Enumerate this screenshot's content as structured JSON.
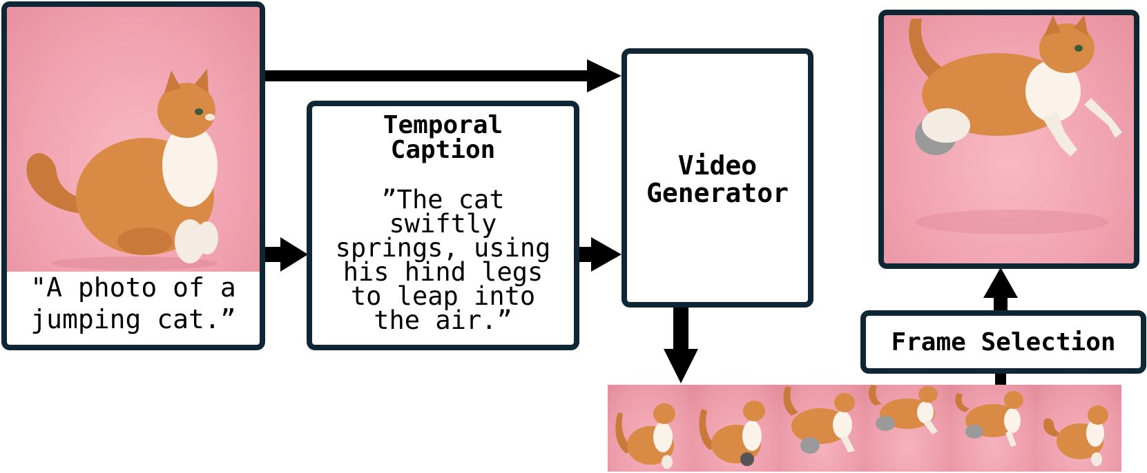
{
  "input": {
    "caption": "\"A photo of a\njumping cat.”"
  },
  "temporal_caption": {
    "title": "Temporal\nCaption",
    "text": "”The cat\nswiftly\nsprings, using\nhis hind legs\nto leap into\nthe air.”"
  },
  "video_generator": {
    "title": "Video\nGenerator"
  },
  "frame_selection": {
    "label": "Frame Selection"
  },
  "frames": [
    {
      "pose": "sitting"
    },
    {
      "pose": "crouching"
    },
    {
      "pose": "jumping"
    },
    {
      "pose": "leaping"
    },
    {
      "pose": "landing"
    },
    {
      "pose": "sitting-low"
    }
  ],
  "colors": {
    "border": "#0f2634",
    "arrow": "#000000",
    "photo_background": "#f1a4b1",
    "cat_fur": "#d98a44"
  }
}
